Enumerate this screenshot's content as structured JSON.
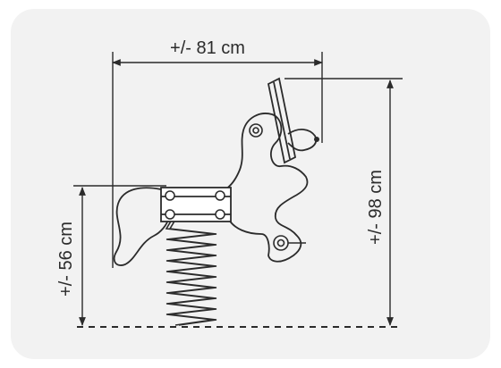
{
  "dimensions": {
    "width_label": "+/- 81 cm",
    "height_total_label": "+/- 98 cm",
    "seat_height_label": "+/- 56 cm"
  },
  "colors": {
    "background_panel": "#f2f2f2",
    "line": "#2b2b2b"
  }
}
